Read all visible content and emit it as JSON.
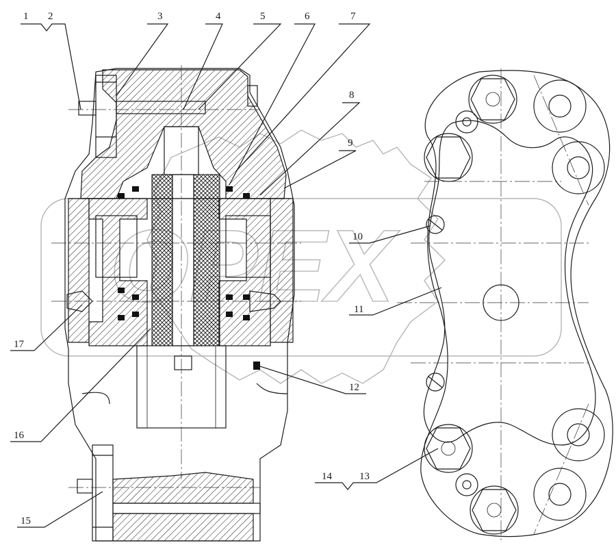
{
  "diagram": {
    "callouts": [
      "1",
      "2",
      "3",
      "4",
      "5",
      "6",
      "7",
      "8",
      "9",
      "10",
      "11",
      "12",
      "13",
      "14",
      "15",
      "16",
      "17"
    ],
    "corner_mark": "",
    "watermark_text": "OPEX"
  }
}
